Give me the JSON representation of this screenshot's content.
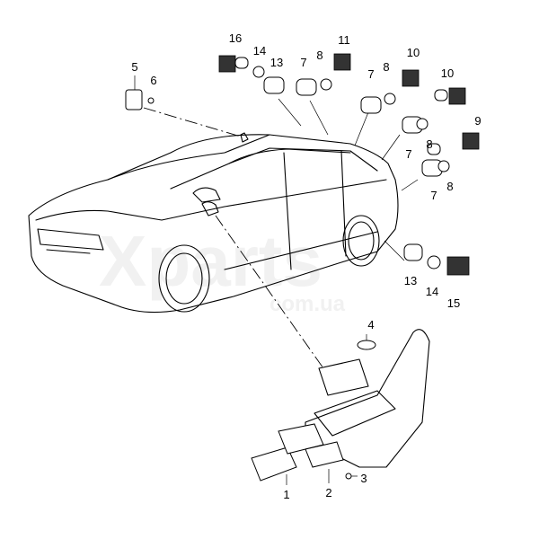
{
  "watermark": {
    "brand": "Xparts",
    "domain": "com.ua"
  },
  "callouts": {
    "c1": "1",
    "c2": "2",
    "c3": "3",
    "c4": "4",
    "c5": "5",
    "c6": "6",
    "c7a": "7",
    "c7b": "7",
    "c7c": "7",
    "c7d": "7",
    "c8a": "8",
    "c8b": "8",
    "c8c": "8",
    "c8d": "8",
    "c9": "9",
    "c10a": "10",
    "c10b": "10",
    "c11": "11",
    "c13a": "13",
    "c13b": "13",
    "c14a": "14",
    "c14b": "14",
    "c15": "15",
    "c16": "16"
  }
}
